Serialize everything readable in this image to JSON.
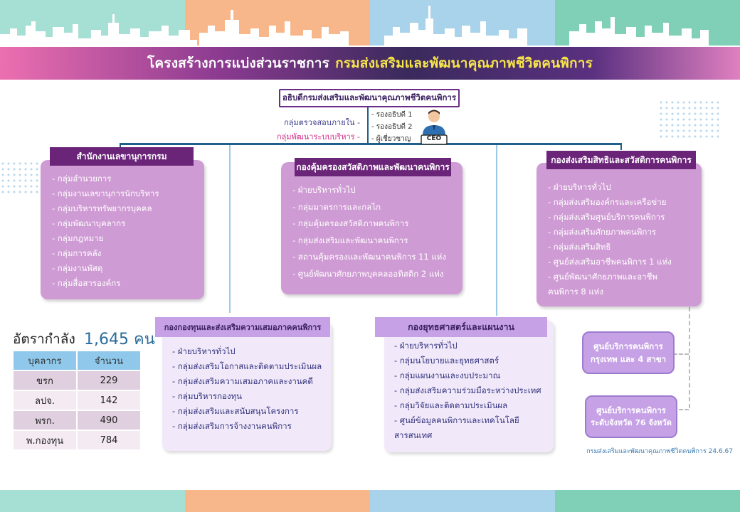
{
  "title": {
    "prefix": "โครงสร้างการแบ่งส่วนราชการ",
    "highlight": "กรมส่งเสริมและพัฒนาคุณภาพชีวิตคนพิการ"
  },
  "director": {
    "title": "อธิบดีกรมส่งเสริมและพัฒนาคุณภาพชีวิตคนพิการ",
    "ceo_label": "CEO",
    "left_units": [
      "กลุ่มตรวจสอบภายใน -",
      "กลุ่มพัฒนาระบบบริหาร -"
    ],
    "deputies": [
      "- รองอธิบดี 1",
      "- รองอธิบดี 2",
      "- ผู้เชี่ยวชาญ"
    ]
  },
  "units": {
    "secretariat": {
      "header": "สำนักงานเลขานุการกรม",
      "items": [
        "- กลุ่มอำนวยการ",
        "- กลุ่มงานเลขานุการนักบริหาร",
        "- กลุ่มบริหารทรัพยากรบุคคล",
        "- กลุ่มพัฒนาบุคลากร",
        "- กลุ่มกฎหมาย",
        "- กลุ่มการคลัง",
        "- กลุ่มงานพัสดุ",
        "- กลุ่มสื่อสารองค์กร"
      ]
    },
    "protection": {
      "header": "กองคุ้มครองสวัสดิภาพและพัฒนาคนพิการ",
      "items": [
        "- ฝ่ายบริหารทั่วไป",
        "- กลุ่มมาตรการและกลไก",
        "- กลุ่มคุ้มครองสวัสดิภาพคนพิการ",
        "- กลุ่มส่งเสริมและพัฒนาคนพิการ",
        "- สถานคุ้มครองและพัฒนาคนพิการ 11 แห่ง",
        "- ศูนย์พัฒนาศักยภาพบุคคลออทิสติก 2 แห่ง"
      ]
    },
    "rights": {
      "header": "กองส่งเสริมสิทธิและสวัสดิการคนพิการ",
      "items": [
        "- ฝ่ายบริหารทั่วไป",
        "- กลุ่มส่งเสริมองค์กรและเครือข่าย",
        "- กลุ่มส่งเสริมศูนย์บริการคนพิการ",
        "- กลุ่มส่งเสริมศักยภาพคนพิการ",
        "- กลุ่มส่งเสริมสิทธิ",
        "- ศูนย์ส่งเสริมอาชีพคนพิการ 1 แห่ง",
        "- ศูนย์พัฒนาศักยภาพและอาชีพ",
        "คนพิการ 8 แห่ง"
      ]
    },
    "fund": {
      "header": "กองกองทุนและส่งเสริมความเสมอภาคคนพิการ",
      "items": [
        "- ฝ่ายบริหารทั่วไป",
        "- กลุ่มส่งเสริมโอกาสและติดตามประเมินผล",
        "- กลุ่มส่งเสริมความเสมอภาคและงานคดี",
        "- กลุ่มบริหารกองทุน",
        "- กลุ่มส่งเสริมและสนับสนุนโครงการ",
        "- กลุ่มส่งเสริมการจ้างงานคนพิการ"
      ]
    },
    "strategy": {
      "header": "กองยุทธศาสตร์และแผนงาน",
      "items": [
        "- ฝ่ายบริหารทั่วไป",
        "- กลุ่มนโยบายและยุทธศาสตร์",
        "- กลุ่มแผนงานและงบประมาณ",
        "- กลุ่มส่งเสริมความร่วมมือระหว่างประเทศ",
        "- กลุ่มวิจัยและติดตามประเมินผล",
        "- ศูนย์ข้อมูลคนพิการและเทคโนโลยี",
        "สารสนเทศ"
      ]
    }
  },
  "service_centers": {
    "bangkok": [
      "ศูนย์บริการคนพิการ",
      "กรุงเทพ และ 4 สาขา"
    ],
    "provincial": [
      "ศูนย์บริการคนพิการ",
      "ระดับจังหวัด 76 จังหวัด"
    ]
  },
  "workforce": {
    "label": "อัตรากำลัง",
    "total": "1,645 คน",
    "headers": [
      "บุคลากร",
      "จำนวน"
    ],
    "rows": [
      {
        "type": "ขรก",
        "count": "229"
      },
      {
        "type": "ลปจ.",
        "count": "142"
      },
      {
        "type": "พรก.",
        "count": "490"
      },
      {
        "type": "พ.กองทุน",
        "count": "784"
      }
    ]
  },
  "footer_note": "กรมส่งเสริมและพัฒนาคุณภาพชีวิตคนพิการ 24.6.67",
  "colors": {
    "banner_teal": "#a6dfd3",
    "banner_orange": "#f7b78a",
    "banner_blue": "#a8d3ea",
    "card_purple": "#cf9bd4",
    "header_dark": "#6a2478",
    "header_light": "#c6a1e6",
    "accent_title": "#f7e64a"
  }
}
